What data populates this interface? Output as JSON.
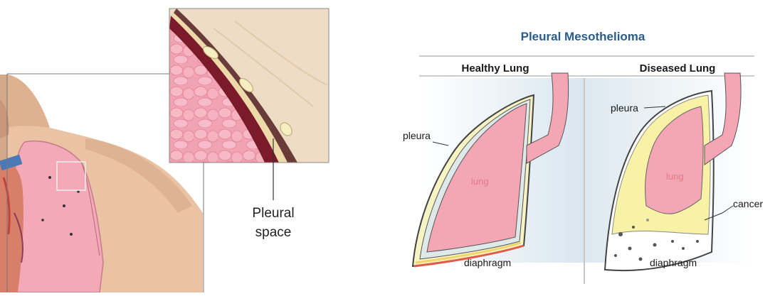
{
  "left": {
    "callout_line1": "Pleural",
    "callout_line2": "space"
  },
  "right": {
    "title": "Pleural Mesothelioma",
    "healthy": {
      "header": "Healthy Lung",
      "pleura_label": "pleura",
      "lung_label": "lung",
      "diaphragm_label": "diaphragm"
    },
    "diseased": {
      "header": "Diseased Lung",
      "pleura_label": "pleura",
      "lung_label": "lung",
      "cancer_label": "cancer",
      "diaphragm_label": "diaphragm"
    }
  },
  "colors": {
    "lung": "#f4a6b4",
    "skin": "#e9c3a3",
    "pleura_yellow": "#f3efb0",
    "title_blue": "#2a5c8a"
  }
}
